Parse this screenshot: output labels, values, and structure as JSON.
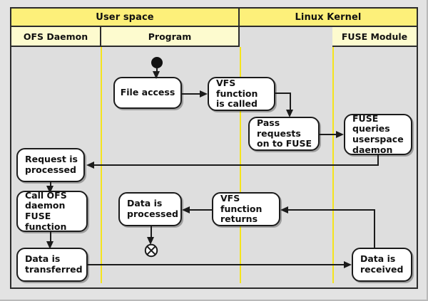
{
  "diagram": {
    "title": "FUSE / OFS daemon file access activity diagram",
    "type": "uml-activity-swimlane",
    "colors": {
      "group_header_fill": "#fdf07a",
      "lane_header_fill": "#fdfbcf",
      "canvas_fill": "#dedede",
      "node_fill": "#ffffff",
      "line": "#1b1b1b",
      "lane_divider": "#f5e41c",
      "frame_border": "#2b2b2b",
      "page_background": "#e3e3e3"
    },
    "groups": [
      {
        "label": "User space",
        "lanes": [
          "OFS Daemon",
          "Program"
        ]
      },
      {
        "label": "Linux Kernel",
        "lanes": [
          "",
          "FUSE Module"
        ]
      }
    ],
    "lanes": [
      {
        "label": "OFS Daemon",
        "group": "User space",
        "blank": false
      },
      {
        "label": "Program",
        "group": "User space",
        "blank": false
      },
      {
        "label": "",
        "group": "Linux Kernel",
        "blank": true
      },
      {
        "label": "FUSE Module",
        "group": "Linux Kernel",
        "blank": false
      }
    ],
    "nodes": [
      {
        "id": "start",
        "kind": "initial-node",
        "label": "",
        "lane": "Program"
      },
      {
        "id": "file-access",
        "kind": "action",
        "label": "File access",
        "lane": "Program"
      },
      {
        "id": "vfs-called",
        "kind": "action",
        "label": "VFS function\nis called",
        "lane": "Program"
      },
      {
        "id": "pass-req",
        "kind": "action",
        "label": "Pass requests\non to FUSE",
        "lane": "Linux Kernel"
      },
      {
        "id": "fuse-query",
        "kind": "action",
        "label": "FUSE queries\nuserspace\ndaemon",
        "lane": "FUSE Module"
      },
      {
        "id": "req-proc",
        "kind": "action",
        "label": "Request is\nprocessed",
        "lane": "OFS Daemon"
      },
      {
        "id": "call-ofs",
        "kind": "action",
        "label": "Call OFS\ndaemon FUSE\nfunction",
        "lane": "OFS Daemon"
      },
      {
        "id": "data-trans",
        "kind": "action",
        "label": "Data is\ntransferred",
        "lane": "OFS Daemon"
      },
      {
        "id": "data-recv",
        "kind": "action",
        "label": "Data is\nreceived",
        "lane": "FUSE Module"
      },
      {
        "id": "vfs-returns",
        "kind": "action",
        "label": "VFS function\nreturns",
        "lane": "Linux Kernel"
      },
      {
        "id": "data-proc",
        "kind": "action",
        "label": "Data is\nprocessed",
        "lane": "Program"
      },
      {
        "id": "end",
        "kind": "final-node",
        "label": "",
        "lane": "Program"
      }
    ],
    "edges": [
      {
        "from": "start",
        "to": "file-access"
      },
      {
        "from": "file-access",
        "to": "vfs-called"
      },
      {
        "from": "vfs-called",
        "to": "pass-req"
      },
      {
        "from": "pass-req",
        "to": "fuse-query"
      },
      {
        "from": "fuse-query",
        "to": "req-proc"
      },
      {
        "from": "req-proc",
        "to": "call-ofs"
      },
      {
        "from": "call-ofs",
        "to": "data-trans"
      },
      {
        "from": "data-trans",
        "to": "data-recv"
      },
      {
        "from": "data-recv",
        "to": "vfs-returns"
      },
      {
        "from": "vfs-returns",
        "to": "data-proc"
      },
      {
        "from": "data-proc",
        "to": "end"
      }
    ],
    "labels": {
      "group_user_space": "User space",
      "group_linux_kernel": "Linux Kernel",
      "lane_ofs_daemon": "OFS Daemon",
      "lane_program": "Program",
      "lane_blank": "",
      "lane_fuse_module": "FUSE Module",
      "node_file_access": "File access",
      "node_vfs_called_l1": "VFS function",
      "node_vfs_called_l2": "is called",
      "node_pass_req_l1": "Pass requests",
      "node_pass_req_l2": "on to FUSE",
      "node_fuse_query_l1": "FUSE queries",
      "node_fuse_query_l2": "userspace",
      "node_fuse_query_l3": "daemon",
      "node_req_proc_l1": "Request is",
      "node_req_proc_l2": "processed",
      "node_call_ofs_l1": "Call OFS",
      "node_call_ofs_l2": "daemon FUSE",
      "node_call_ofs_l3": "function",
      "node_data_trans_l1": "Data is",
      "node_data_trans_l2": "transferred",
      "node_data_recv_l1": "Data is",
      "node_data_recv_l2": "received",
      "node_vfs_returns_l1": "VFS function",
      "node_vfs_returns_l2": "returns",
      "node_data_proc_l1": "Data is",
      "node_data_proc_l2": "processed"
    }
  }
}
